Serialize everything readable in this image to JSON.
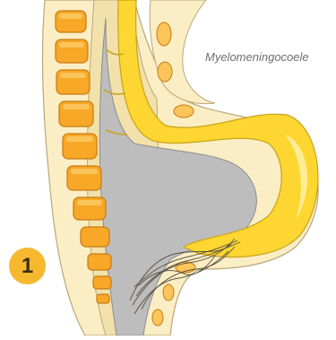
{
  "annotation": {
    "label": "Myelomeningocoele"
  },
  "step": {
    "number": "1"
  },
  "colors": {
    "skin": "#fbeec5",
    "skin_edge": "#b9a77a",
    "bone": "#f7a827",
    "bone_light": "#fbc55a",
    "bone_edge": "#c87a12",
    "cord": "#fdd631",
    "cord_edge": "#c9a21a",
    "cavity": "#b9b9b9",
    "outline": "#5a5140",
    "badge": "#f6b82f"
  },
  "icons": {
    "spine": "vertebral-column",
    "sac": "myelomeningocoele-sac",
    "nerves": "tangled-nerve-roots"
  }
}
